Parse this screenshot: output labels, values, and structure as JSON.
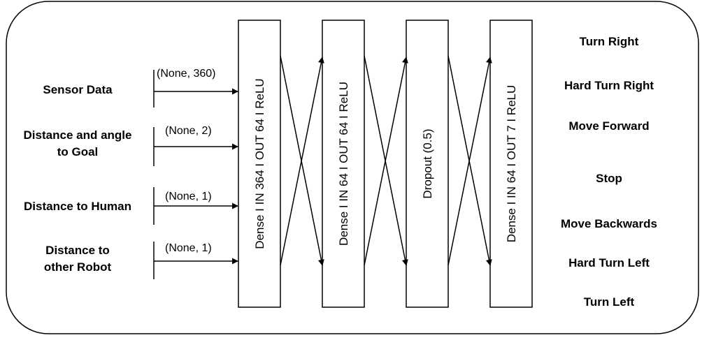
{
  "inputs": [
    {
      "label_lines": [
        "Sensor Data"
      ],
      "shape": "(None, 360)"
    },
    {
      "label_lines": [
        "Distance and angle",
        "to Goal"
      ],
      "shape": "(None, 2)"
    },
    {
      "label_lines": [
        "Distance to Human"
      ],
      "shape": "(None, 1)"
    },
    {
      "label_lines": [
        "Distance to",
        "other Robot"
      ],
      "shape": "(None, 1)"
    }
  ],
  "layers": [
    {
      "text": "Dense I IN 364 I OUT 64 I ReLU"
    },
    {
      "text": "Dense I IN 64 I OUT 64 I ReLU"
    },
    {
      "text": "Dropout (0.5)"
    },
    {
      "text": "Dense I IN 64 I OUT 7 I ReLU"
    }
  ],
  "outputs": [
    "Turn Right",
    "Hard Turn Right",
    "Move Forward",
    "Stop",
    "Move Backwards",
    "Hard Turn Left",
    "Turn Left"
  ]
}
